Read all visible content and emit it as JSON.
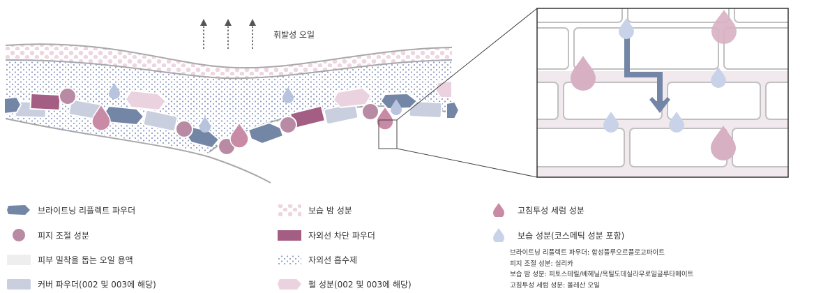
{
  "diagram": {
    "volatile_oil_label": "휘발성 오일"
  },
  "legend": {
    "items": [
      {
        "id": "bright",
        "label": "브라이트닝 리플렉트 파우더",
        "color": "#7486a6"
      },
      {
        "id": "sebum",
        "label": "피지 조절 성분",
        "color": "#b98aa3"
      },
      {
        "id": "oil",
        "label": "피부 밀착을 돕는 오일 용액",
        "color": "#eeeeee"
      },
      {
        "id": "cover",
        "label": "커버 파우더(002 및 003에 해당)",
        "color": "#c9cfde"
      },
      {
        "id": "balm",
        "label": "보습 밤 성분",
        "color": "#e8cfdc"
      },
      {
        "id": "uvblock",
        "label": "자외선 차단 파우더",
        "color": "#a45e84"
      },
      {
        "id": "uvabsorb",
        "label": "자외선 흡수제",
        "color": "#9aa6c4"
      },
      {
        "id": "pearl",
        "label": "펄 성분(002 및 003에 해당)",
        "color": "#ead3df"
      },
      {
        "id": "highpen",
        "label": "고침투성 세럼 성분",
        "color": "#c98aa6"
      },
      {
        "id": "moist",
        "label": "보습 성분(코스메틱 성분 포함)",
        "color": "#c8d3ea"
      }
    ]
  },
  "notes": [
    "브라이트닝 리플렉트 파우더: 합성플루오르플로고파이트",
    "피지 조절 성분: 실리카",
    "보습 밤 성분: 피토스테릴/베헤닐/옥틸도데실라우로일글루타메이트",
    "고침투성 세럼 성분: 올레산 오일"
  ]
}
